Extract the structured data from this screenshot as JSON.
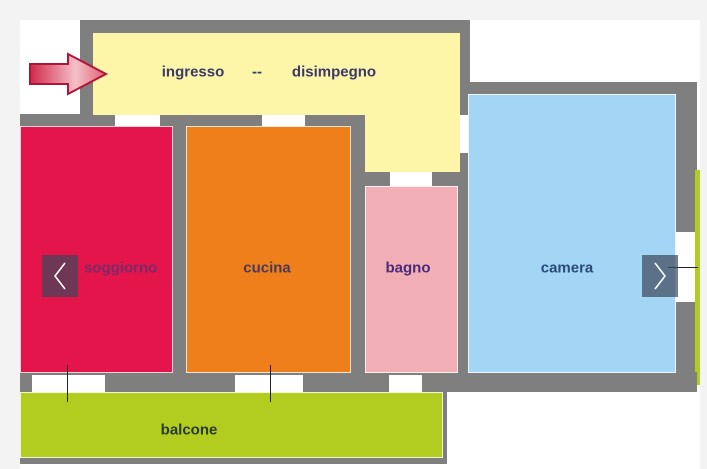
{
  "rooms": {
    "ingresso": "ingresso",
    "sep": "--",
    "disimpegno": "disimpegno",
    "soggiorno": "soggiorno",
    "cucina": "cucina",
    "bagno": "bagno",
    "camera": "camera",
    "balcone": "balcone"
  },
  "colors": {
    "ingresso": "#fdf5a8",
    "soggiorno": "#e4154b",
    "cucina": "#ef7f1a",
    "bagno": "#f1aeb5",
    "camera": "#a3d6f5",
    "balcone": "#b2cc1f",
    "wall": "#7f7f7f"
  },
  "carousel": {
    "prev_icon": "chevron-left-icon",
    "next_icon": "chevron-right-icon"
  },
  "entry_icon": "arrow-right-icon"
}
